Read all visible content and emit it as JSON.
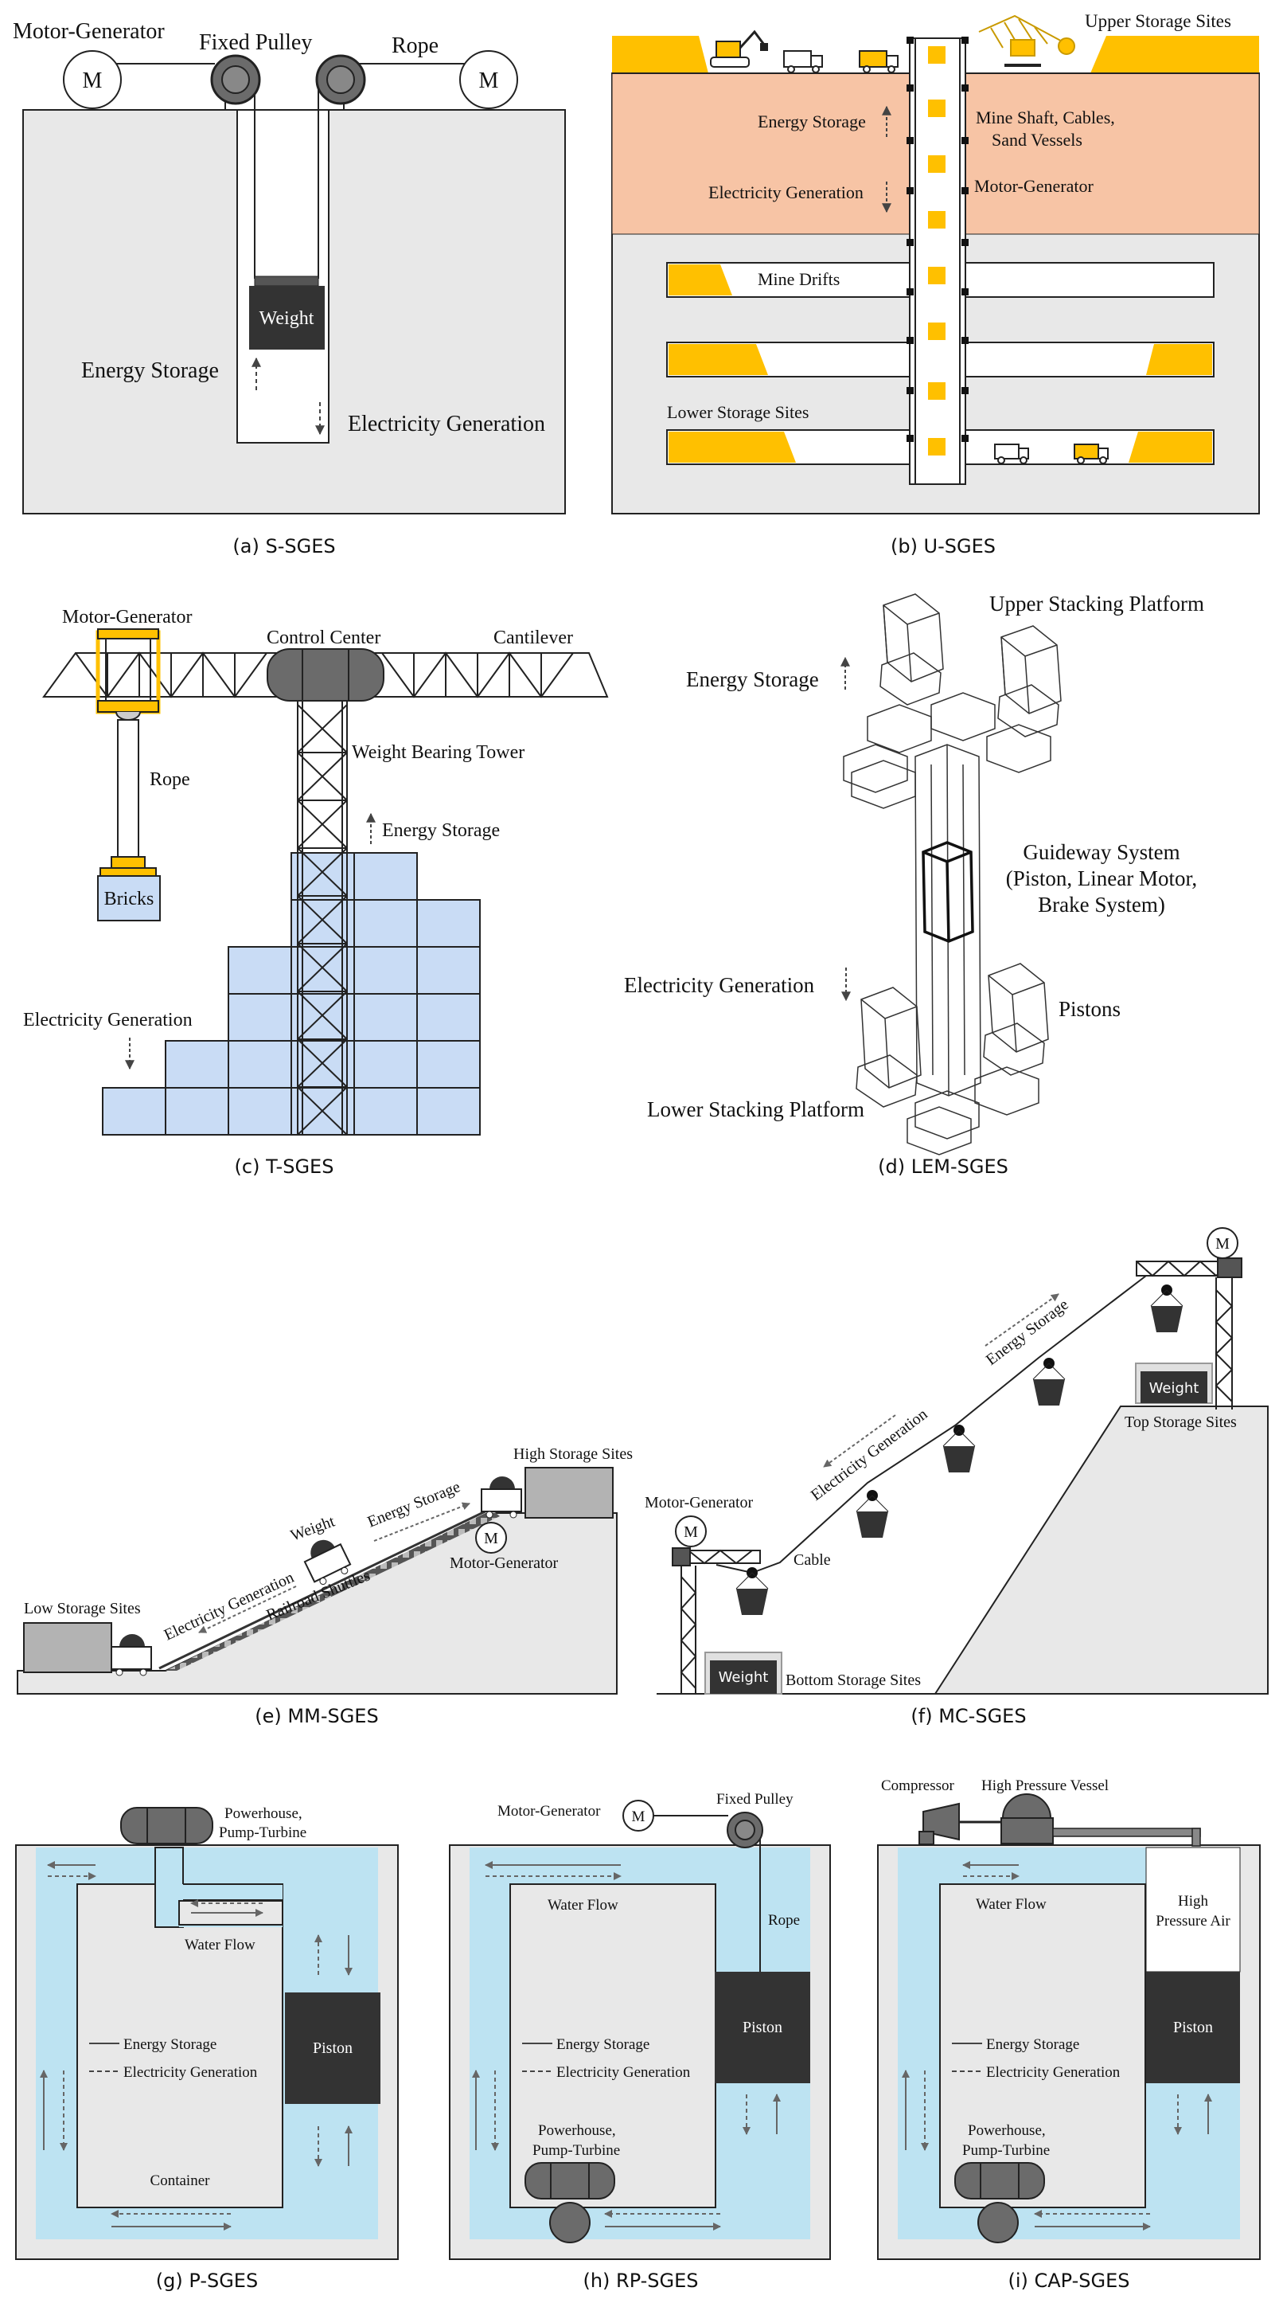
{
  "panels": {
    "a": {
      "caption": "(a) S-SGES",
      "motor_generator": "Motor-Generator",
      "fixed_pulley": "Fixed Pulley",
      "rope": "Rope",
      "motor_symbol": "M",
      "weight": "Weight",
      "energy_storage": "Energy Storage",
      "electricity_generation": "Electricity Generation"
    },
    "b": {
      "caption": "(b) U-SGES",
      "upper_storage_sites": "Upper Storage Sites",
      "energy_storage": "Energy Storage",
      "mine_shaft_line1": "Mine Shaft, Cables,",
      "mine_shaft_line2": "Sand Vessels",
      "electricity_generation": "Electricity Generation",
      "motor_generator": "Motor-Generator",
      "mine_drifts": "Mine Drifts",
      "lower_storage_sites": "Lower Storage Sites"
    },
    "c": {
      "caption": "(c) T-SGES",
      "motor_generator": "Motor-Generator",
      "control_center": "Control Center",
      "cantilever": "Cantilever",
      "rope": "Rope",
      "weight_bearing_tower": "Weight Bearing Tower",
      "energy_storage": "Energy Storage",
      "bricks": "Bricks",
      "electricity_generation": "Electricity Generation"
    },
    "d": {
      "caption": "(d) LEM-SGES",
      "upper_stacking_platform": "Upper Stacking Platform",
      "energy_storage": "Energy Storage",
      "guideway_line1": "Guideway System",
      "guideway_line2": "(Piston, Linear Motor,",
      "guideway_line3": "Brake System)",
      "electricity_generation": "Electricity Generation",
      "pistons": "Pistons",
      "lower_stacking_platform": "Lower Stacking Platform"
    },
    "e": {
      "caption": "(e) MM-SGES",
      "high_storage_sites": "High Storage Sites",
      "energy_storage": "Energy Storage",
      "weight": "Weight",
      "motor_symbol": "M",
      "motor_generator": "Motor-Generator",
      "electricity_generation": "Electricity Generation",
      "railroad_shuttles": "Railroad Shuttles",
      "low_storage_sites": "Low Storage Sites"
    },
    "f": {
      "caption": "(f) MC-SGES",
      "motor_symbol_top": "M",
      "energy_storage": "Energy Storage",
      "weight_top": "Weight",
      "top_storage_sites": "Top Storage Sites",
      "electricity_generation": "Electricity Generation",
      "motor_generator": "Motor-Generator",
      "motor_symbol_bottom": "M",
      "cable": "Cable",
      "weight_bottom": "Weight",
      "bottom_storage_sites": "Bottom Storage Sites"
    },
    "g": {
      "caption": "(g) P-SGES",
      "powerhouse_line1": "Powerhouse,",
      "powerhouse_line2": "Pump-Turbine",
      "water_flow": "Water Flow",
      "piston": "Piston",
      "legend_energy_storage": "Energy Storage",
      "legend_electricity_generation": "Electricity Generation",
      "container": "Container"
    },
    "h": {
      "caption": "(h) RP-SGES",
      "motor_generator": "Motor-Generator",
      "motor_symbol": "M",
      "fixed_pulley": "Fixed Pulley",
      "water_flow": "Water Flow",
      "rope": "Rope",
      "piston": "Piston",
      "legend_energy_storage": "Energy Storage",
      "legend_electricity_generation": "Electricity Generation",
      "powerhouse_line1": "Powerhouse,",
      "powerhouse_line2": "Pump-Turbine"
    },
    "i": {
      "caption": "(i) CAP-SGES",
      "compressor": "Compressor",
      "high_pressure_vessel": "High Pressure Vessel",
      "water_flow": "Water Flow",
      "high_pressure_air_line1": "High",
      "high_pressure_air_line2": "Pressure Air",
      "piston": "Piston",
      "legend_energy_storage": "Energy Storage",
      "legend_electricity_generation": "Electricity Generation",
      "powerhouse_line1": "Powerhouse,",
      "powerhouse_line2": "Pump-Turbine"
    }
  },
  "colors": {
    "ground": "#e8e8e8",
    "sand": "#f7c4a5",
    "accent_yellow": "#ffc000",
    "water": "#bde3f2",
    "brick": "#c9dcf5",
    "dark": "#333333",
    "line": "#222222"
  }
}
